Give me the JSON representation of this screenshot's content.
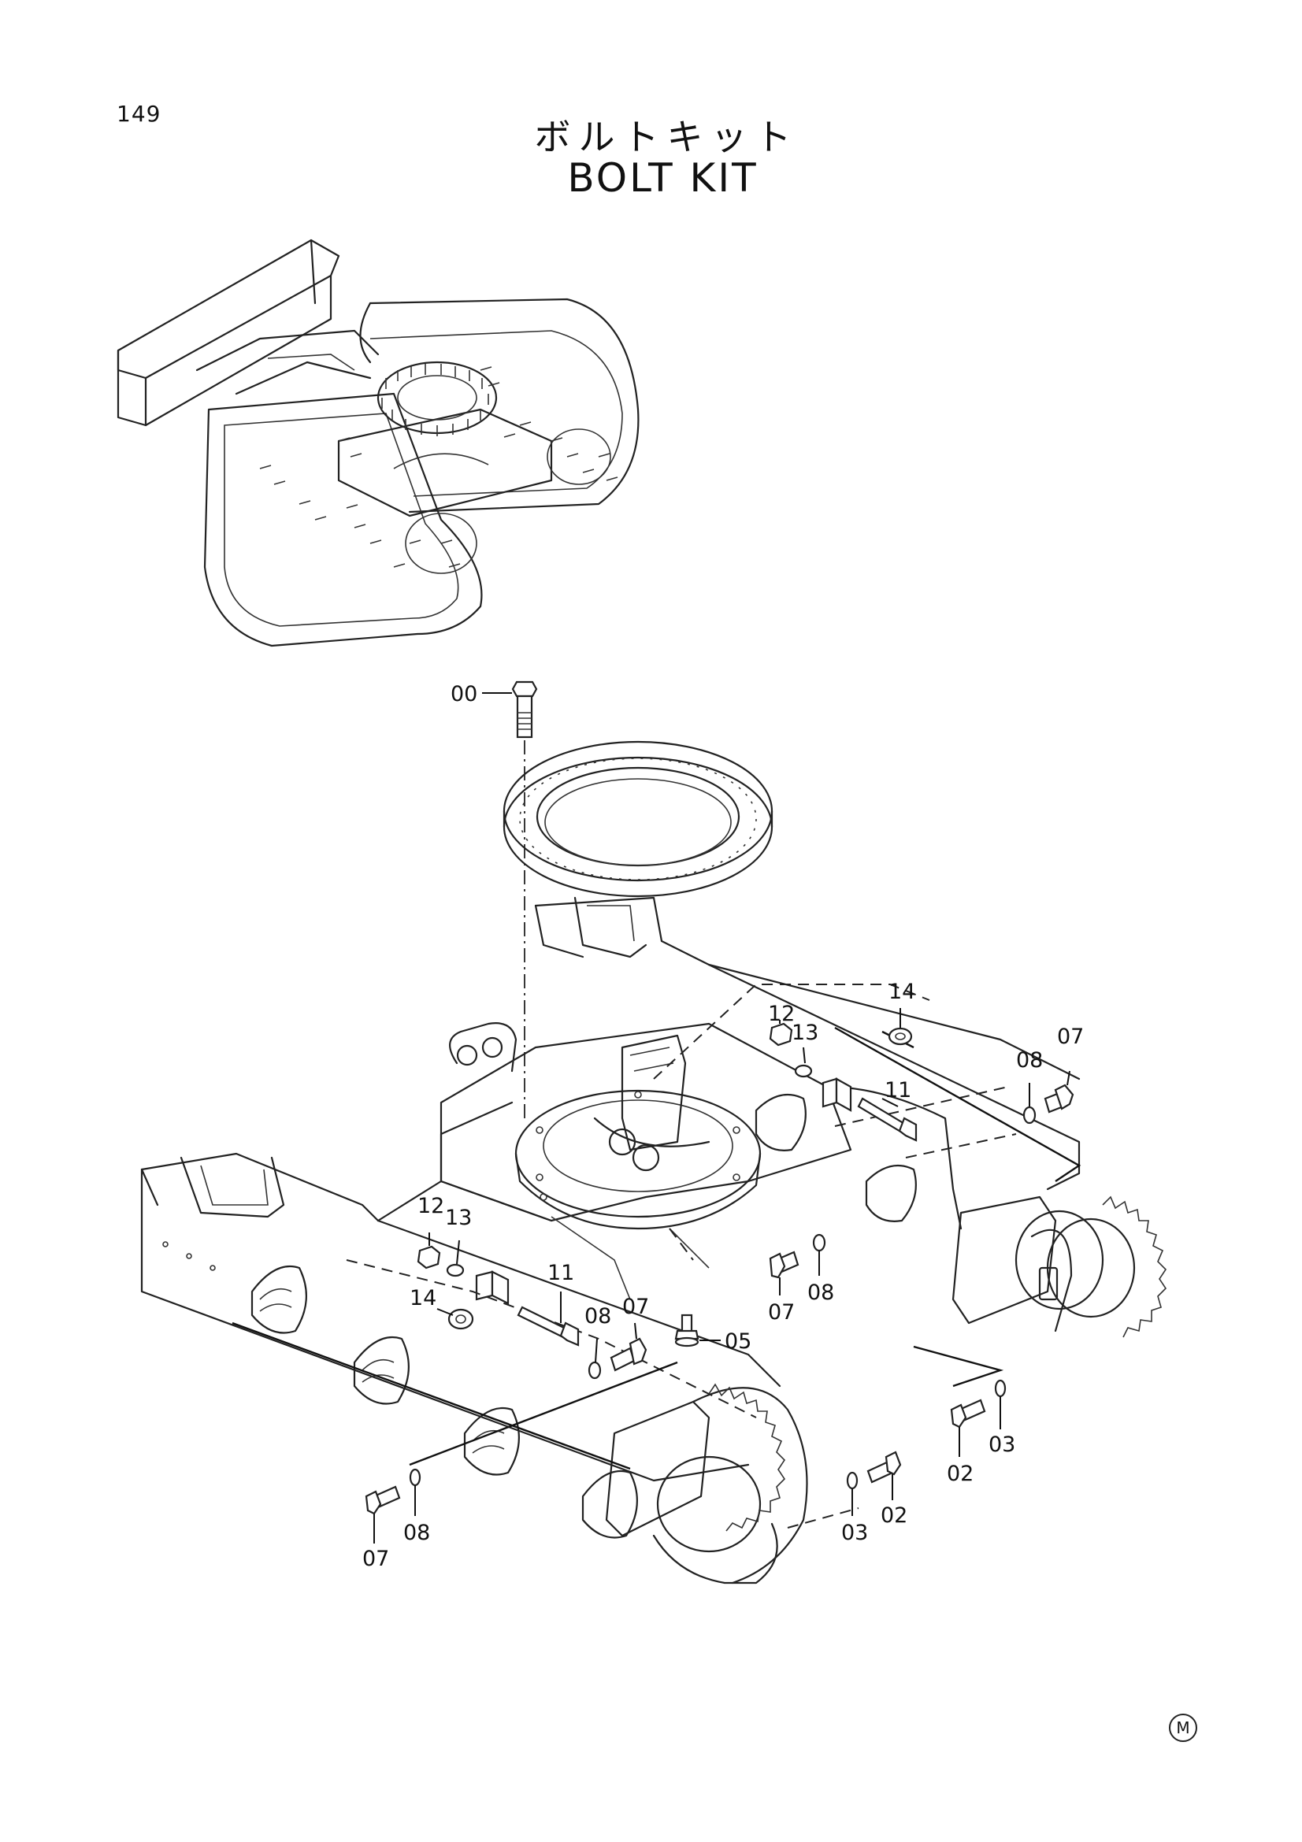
{
  "page_number": "149",
  "title_jp": "ボルトキット",
  "title_en": "BOLT KIT",
  "corner_mark": "M",
  "callouts": [
    {
      "id": "c00",
      "text": "00"
    },
    {
      "id": "c14a",
      "text": "14"
    },
    {
      "id": "c12a",
      "text": "12"
    },
    {
      "id": "c13a",
      "text": "13"
    },
    {
      "id": "c07a",
      "text": "07"
    },
    {
      "id": "c08a",
      "text": "08"
    },
    {
      "id": "c11a",
      "text": "11"
    },
    {
      "id": "c12b",
      "text": "12"
    },
    {
      "id": "c13b",
      "text": "13"
    },
    {
      "id": "c11b",
      "text": "11"
    },
    {
      "id": "c14b",
      "text": "14"
    },
    {
      "id": "c08b",
      "text": "08"
    },
    {
      "id": "c07b",
      "text": "07"
    },
    {
      "id": "c05",
      "text": "05"
    },
    {
      "id": "c07c",
      "text": "07"
    },
    {
      "id": "c08c",
      "text": "08"
    },
    {
      "id": "c02a",
      "text": "02"
    },
    {
      "id": "c03a",
      "text": "03"
    },
    {
      "id": "c07d",
      "text": "07"
    },
    {
      "id": "c08d",
      "text": "08"
    },
    {
      "id": "c03b",
      "text": "03"
    },
    {
      "id": "c02b",
      "text": "02"
    }
  ]
}
